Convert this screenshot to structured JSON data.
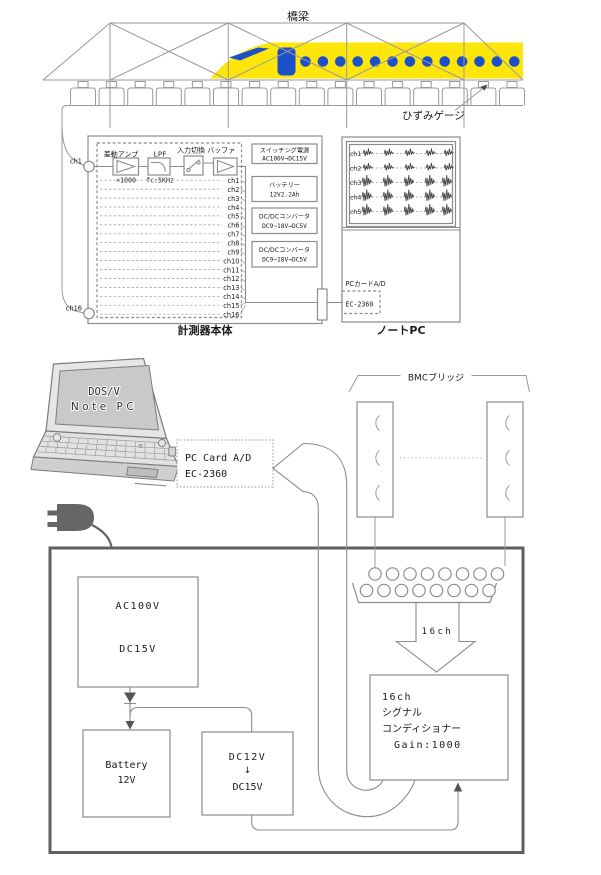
{
  "colors": {
    "train_yellow": "#ffe60a",
    "train_blue": "#1c50c8",
    "diagram_line": "#8c8c8c",
    "frame_dark": "#606060"
  },
  "top": {
    "bridge_label": "橋梁",
    "strain_gauge_label": "ひずみゲージ",
    "unit": {
      "title": "計測器本体",
      "ch_first": "ch1",
      "ch_last": "ch16",
      "amp_label": "差動アンプ",
      "amp_gain": "×1000",
      "lpf_label": "LPF",
      "lpf_fc": "fc:5KHz",
      "switch_buffer_label": "入力切換 バッファ",
      "channels": [
        "ch1",
        "ch2",
        "ch3",
        "ch4",
        "ch5",
        "ch6",
        "ch7",
        "ch8",
        "ch9",
        "ch10",
        "ch11",
        "ch12",
        "ch13",
        "ch14",
        "ch15",
        "ch16"
      ],
      "power_boxes": [
        {
          "line1": "スイッチング電源",
          "line2": "AC100V→DC15V"
        },
        {
          "line1": "バッテリー",
          "line2": "12V2.2Ah"
        },
        {
          "line1": "DC/DCコンバータ",
          "line2": "DC9~18V→DC5V"
        },
        {
          "line1": "DC/DCコンバータ",
          "line2": "DC9~18V→DC5V"
        }
      ]
    },
    "notepc": {
      "title": "ノートPC",
      "screen_channels": [
        "ch1",
        "ch2",
        "ch3",
        "ch4",
        "ch5"
      ],
      "pccard_label": "PCカードA/D",
      "pccard_model": "EC-2360"
    }
  },
  "bottom": {
    "laptop": {
      "screen_line1": "DOS/V",
      "screen_line2": "Note PC"
    },
    "pccard_box": {
      "line1": "PC Card A/D",
      "line2": "EC-2360"
    },
    "bmc_bridge_label": "BMCブリッジ",
    "arrow_label": "16ch",
    "conditioner": {
      "line1": "16ch",
      "line2": "シグナル",
      "line3": "コンディショナー",
      "line4": "Gain:1000"
    },
    "ac_box": {
      "line1": "AC100V",
      "line2": "DC15V"
    },
    "battery_box": {
      "line1": "Battery",
      "line2": "12V"
    },
    "dcdc_box": {
      "line1": "DC12V",
      "line2": "↓",
      "line3": "DC15V"
    }
  }
}
